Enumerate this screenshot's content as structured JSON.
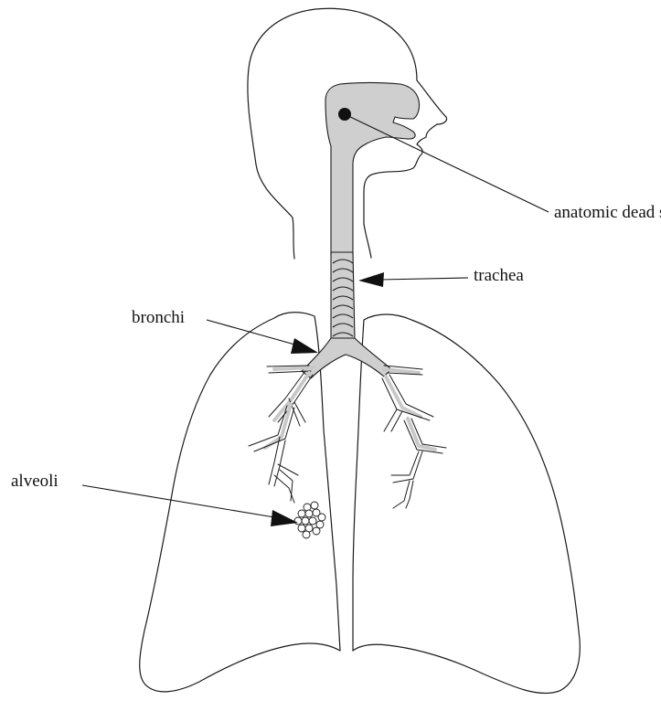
{
  "labels": {
    "dead_space": "anatomic dead space",
    "trachea": "trachea",
    "bronchi": "bronchi",
    "alveoli": "alveoli"
  },
  "colors": {
    "line": "#1a1a1a",
    "airway_fill": "#cfcfcf",
    "background": "#ffffff"
  }
}
